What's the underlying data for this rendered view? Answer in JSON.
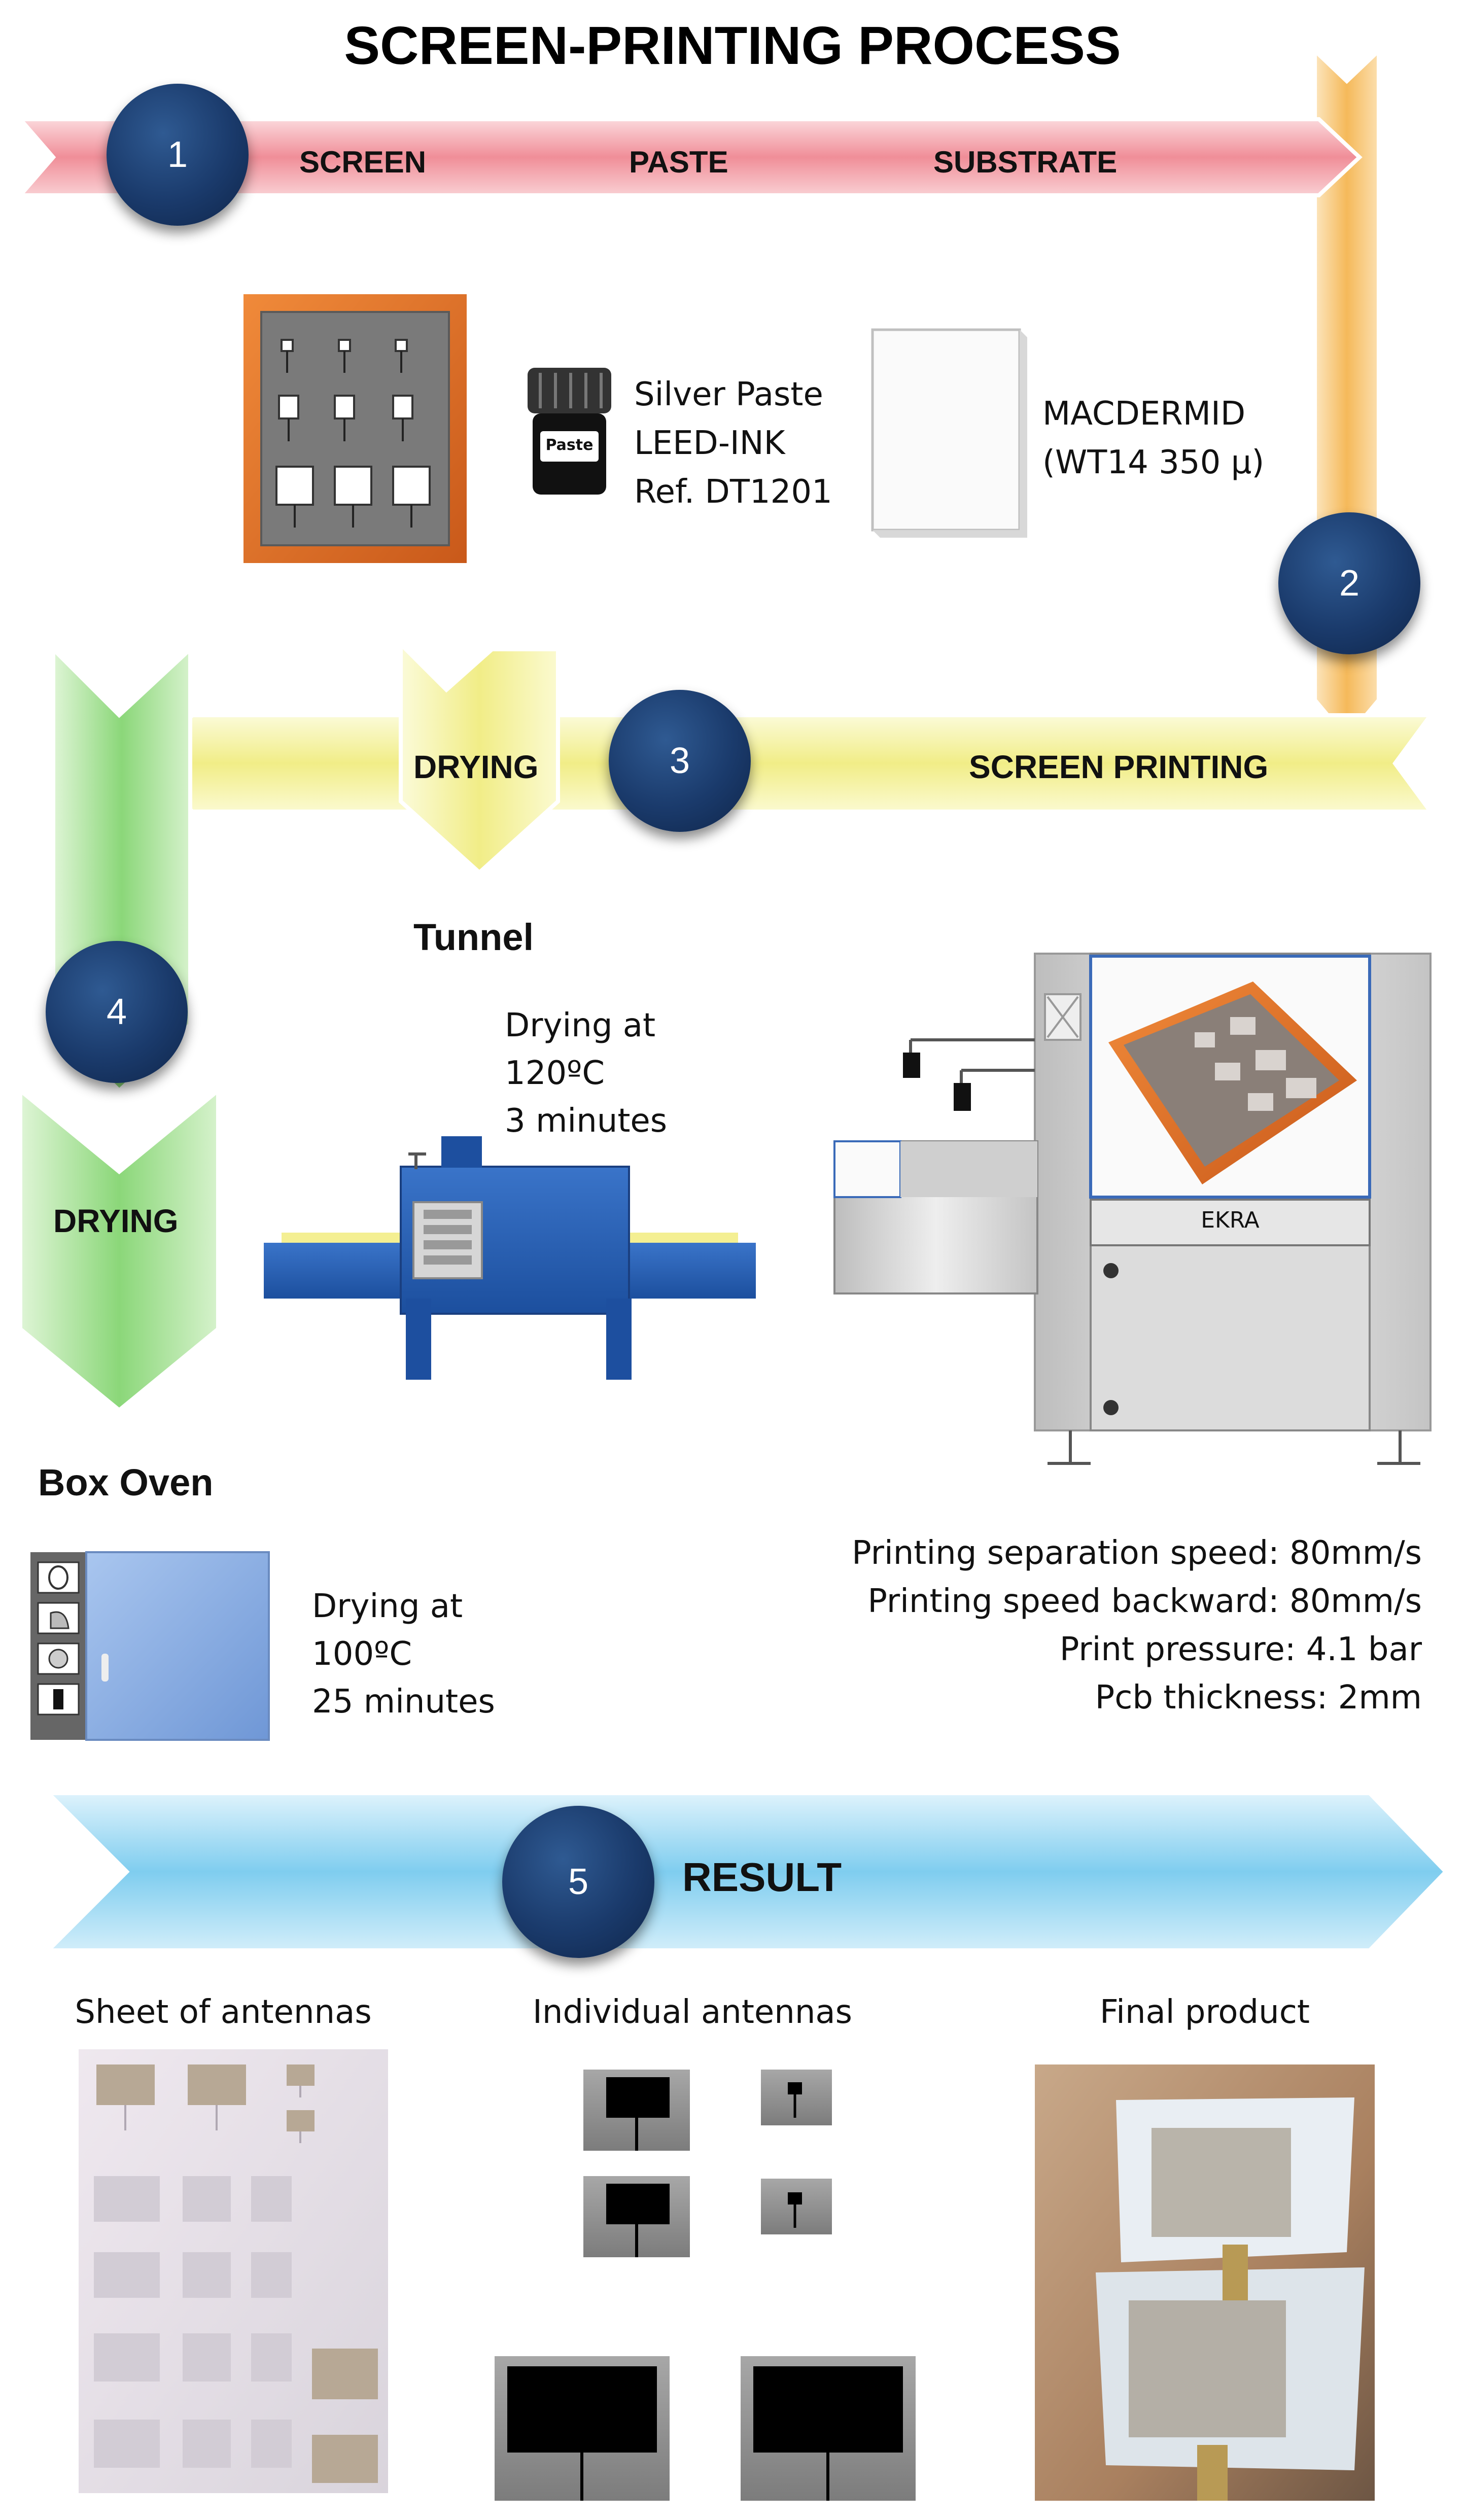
{
  "title": "SCREEN-PRINTING PROCESS",
  "steps": [
    {
      "number": "1",
      "labels": [
        "SCREEN",
        "PASTE",
        "SUBSTRATE"
      ]
    },
    {
      "number": "2"
    },
    {
      "number": "3",
      "labels": [
        "DRYING",
        "SCREEN PRINTING"
      ]
    },
    {
      "number": "4",
      "label": "DRYING"
    },
    {
      "number": "5",
      "label": "RESULT"
    }
  ],
  "paste": {
    "jar_label": "Paste",
    "text": "Silver Paste\nLEED-INK\nRef. DT1201"
  },
  "substrate": {
    "text": "MACDERMID\n(WT14 350 µ)"
  },
  "tunnel": {
    "title": "Tunnel",
    "text": "Drying at\n120ºC\n3 minutes"
  },
  "printer": {
    "brand": "EKRA"
  },
  "box_oven": {
    "title": "Box Oven",
    "text": "Drying at\n100ºC\n25 minutes"
  },
  "print_params": [
    "Printing separation speed: 80mm/s",
    "Printing speed backward: 80mm/s",
    "Print pressure: 4.1 bar",
    "Pcb thickness: 2mm"
  ],
  "results": [
    {
      "caption": "Sheet of antennas"
    },
    {
      "caption": "Individual antennas"
    },
    {
      "caption": "Final product"
    }
  ],
  "colors": {
    "step1": "#f2a0a8",
    "step2": "#f7c877",
    "step3": "#f5f29a",
    "step4": "#8ed97e",
    "step5": "#8fd3f0",
    "badge": "#1a3a6b"
  }
}
